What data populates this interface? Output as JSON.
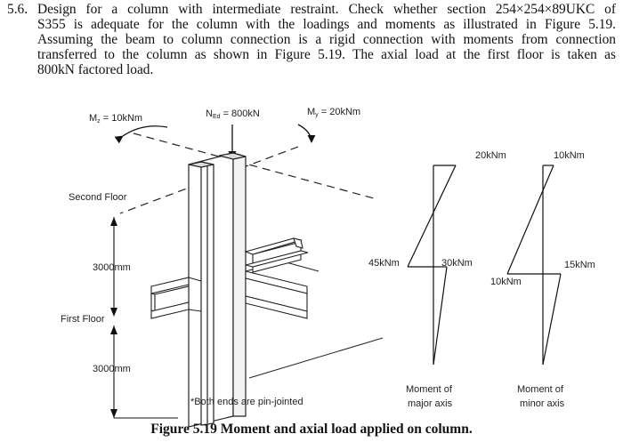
{
  "problem": {
    "number": "5.6.",
    "lines": [
      "Design for a column with intermediate restraint.  Check whether section 254×254×89UKC of",
      "S355 is adequate for the column with the loadings and moments as illustrated in Figure 5.19.",
      "Assuming the beam to column connection is a rigid connection with moments from connection",
      "transferred to the column as shown in Figure 5.19. The axial load at the first floor is taken as",
      "800kN factored load."
    ]
  },
  "figure": {
    "labels": {
      "mz": "M",
      "mz_sub": "z",
      "mz_val": " = 10kNm",
      "ned": "N",
      "ned_sub": "Ed",
      "ned_val": " = 800kN",
      "my": "M",
      "my_sub": "y",
      "my_val": " = 20kNm",
      "second_floor": "Second Floor",
      "first_floor": "First Floor",
      "dim_upper": "3000mm",
      "dim_lower": "3000mm",
      "note": "*Both ends are pin-jointed"
    },
    "major": {
      "top": "20kNm",
      "left": "45kNm",
      "right": "30kNm",
      "caption_1": "Moment of",
      "caption_2": "major axis"
    },
    "minor": {
      "top": "10kNm",
      "right": "15kNm",
      "left": "10kNm",
      "caption_1": "Moment of",
      "caption_2": "minor axis"
    },
    "caption": "Figure 5.19 Moment and axial load applied on column."
  }
}
